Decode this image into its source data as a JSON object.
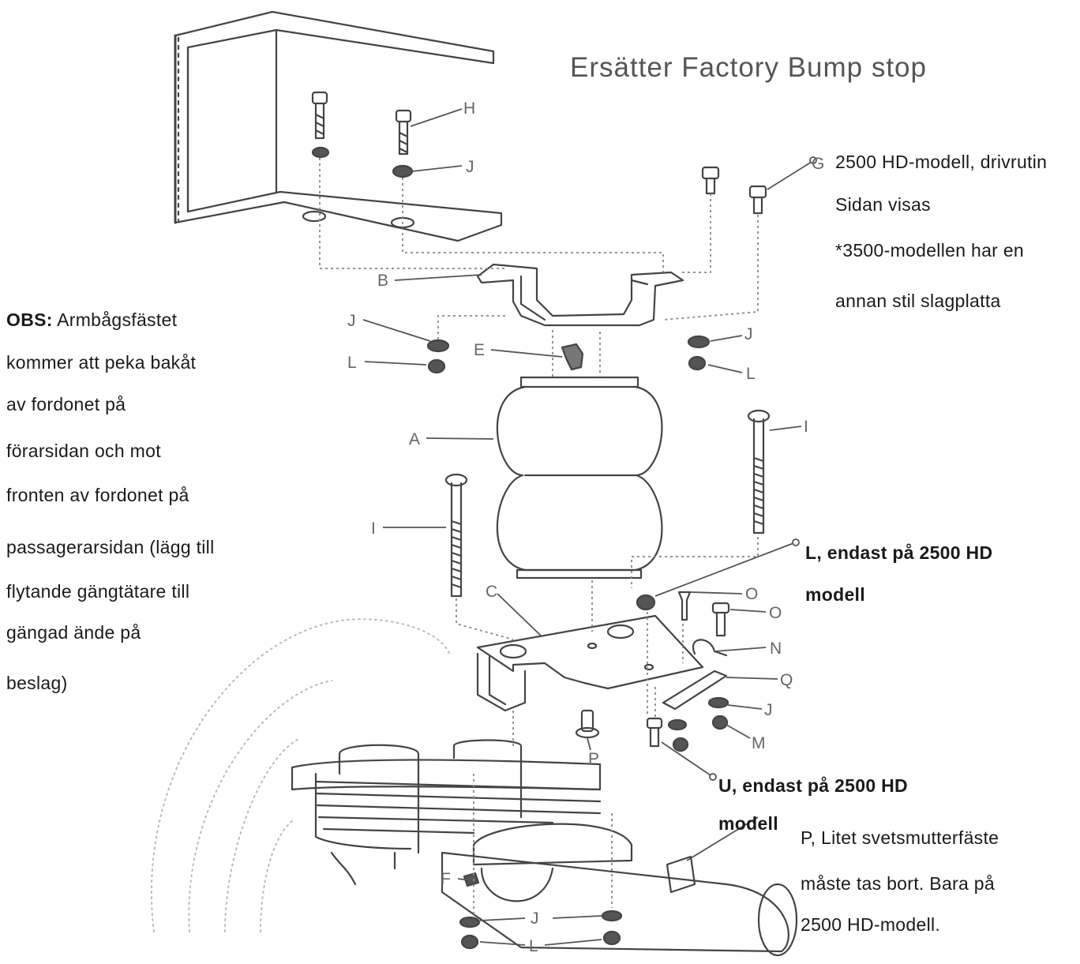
{
  "title": "Ersätter  Factory  Bump  stop",
  "note_right": {
    "line1": "2500  HD-modell,  drivrutin",
    "line2": "Sidan  visas",
    "line3": "*3500-modellen  har  en",
    "line4": "annan  stil  slagplatta"
  },
  "note_left": {
    "obs": "OBS:",
    "line1": " Armbågsfästet",
    "line2": "kommer  att  peka  bakåt",
    "line3": "av  fordonet  på",
    "line4": "förarsidan  och  mot",
    "line5": "fronten  av  fordonet  på",
    "line6": "passagerarsidan  (lägg  till",
    "line7": "flytande  gängtätare  till",
    "line8": "gängad  ände  på",
    "line9": "beslag)"
  },
  "note_L": {
    "line1": "L,  endast  på  2500  HD",
    "line2": "modell"
  },
  "note_U": {
    "line1": "U,  endast  på  2500  HD",
    "line2": "modell"
  },
  "note_P": {
    "line1": "P,  Litet  svetsmutterfäste",
    "line2": "måste  tas  bort.  Bara  på",
    "line3": "2500  HD-modell."
  },
  "part_labels": {
    "H": "H",
    "J1": "J",
    "G": "G",
    "B": "B",
    "J2": "J",
    "L2": "L",
    "E": "E",
    "J3": "J",
    "L3": "L",
    "A": "A",
    "I1": "I",
    "I2": "I",
    "C": "C",
    "O1": "O",
    "O2": "O",
    "N": "N",
    "Q": "Q",
    "J4": "J",
    "M": "M",
    "P": "P",
    "F": "F",
    "J5": "J",
    "L5": "L"
  }
}
